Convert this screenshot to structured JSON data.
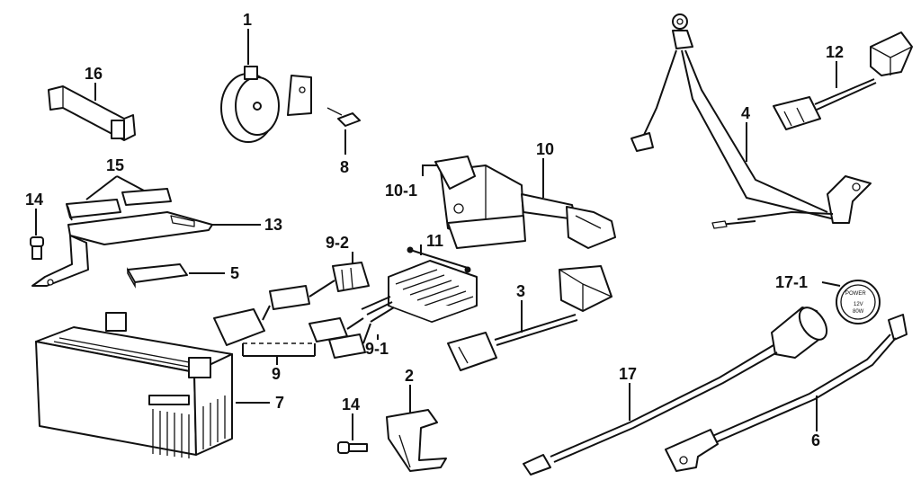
{
  "labels": {
    "p1": "1",
    "p2": "2",
    "p3": "3",
    "p4": "4",
    "p5": "5",
    "p6": "6",
    "p7": "7",
    "p8": "8",
    "p9": "9",
    "p9_1": "9-1",
    "p9_2": "9-2",
    "p10": "10",
    "p10_1": "10-1",
    "p11": "11",
    "p12": "12",
    "p13": "13",
    "p14a": "14",
    "p14b": "14",
    "p15": "15",
    "p16": "16",
    "p17": "17",
    "p17_1": "17-1"
  },
  "cap_text": {
    "brand": "POWER",
    "spec1": "12V",
    "spec2": "80W"
  }
}
